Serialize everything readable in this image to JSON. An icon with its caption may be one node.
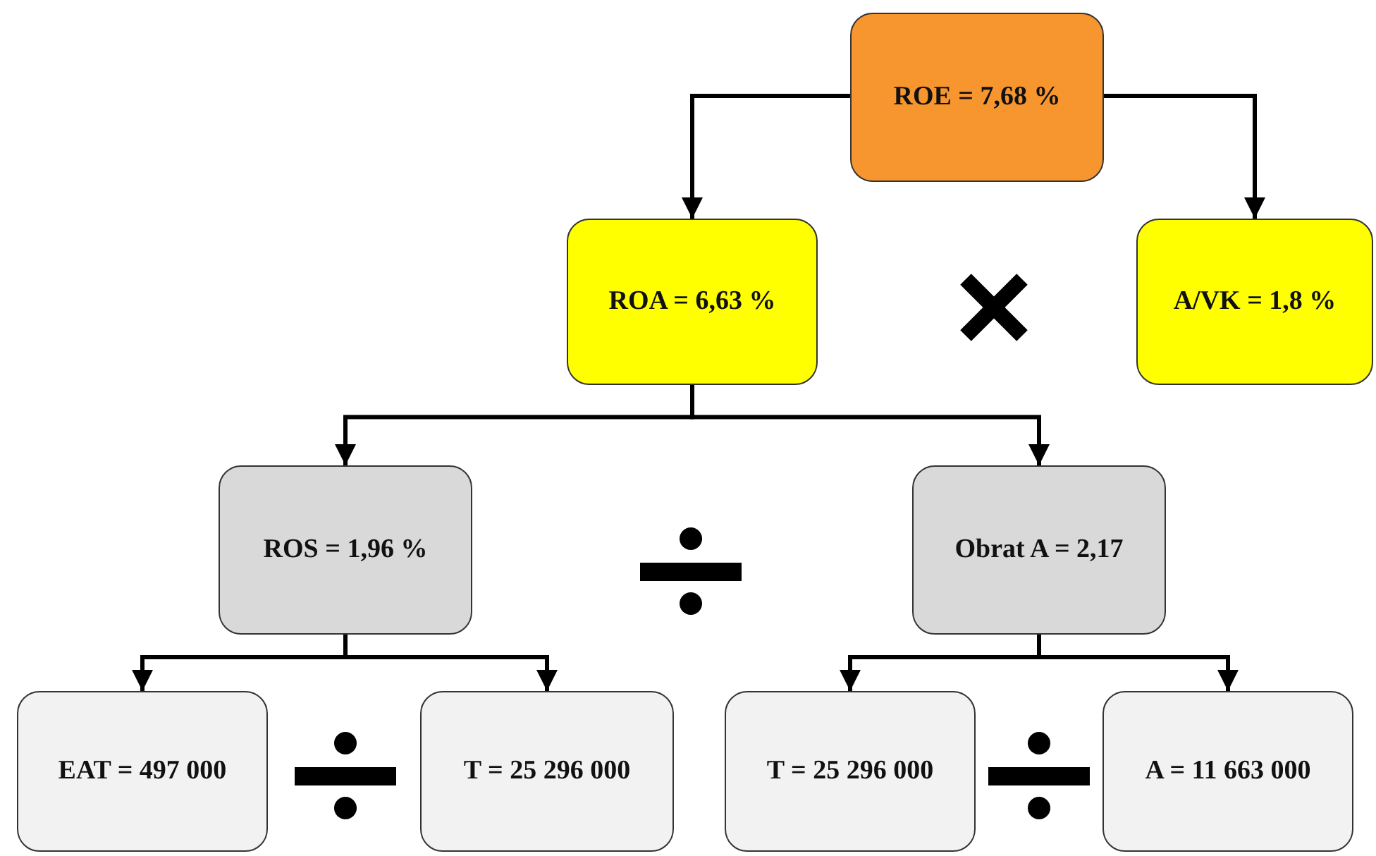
{
  "diagram": {
    "nodes": [
      {
        "text": [
          "ROE = 7,68 %"
        ]
      },
      {
        "text": [
          "ROA = 6,63 %"
        ]
      },
      {
        "text": [
          "A/VK = 1,8 %"
        ]
      },
      {
        "text": [
          "ROS = 1,96 %"
        ]
      },
      {
        "text": [
          "Obrat A = 2,17"
        ]
      },
      {
        "text": [
          "EAT = 497 000"
        ]
      },
      {
        "text": [
          "T = 25 296 000"
        ]
      },
      {
        "text": [
          "T = 25 296 000"
        ]
      },
      {
        "text": [
          "A = 11 663 000"
        ]
      }
    ],
    "edges": [
      {
        "from": 0,
        "to": 1,
        "arrow": "to"
      },
      {
        "from": 0,
        "to": 2,
        "arrow": "to"
      },
      {
        "from": 1,
        "to": 3,
        "arrow": "to"
      },
      {
        "from": 1,
        "to": 4,
        "arrow": "to"
      },
      {
        "from": 3,
        "to": 5,
        "arrow": "to"
      },
      {
        "from": 3,
        "to": 6,
        "arrow": "to"
      },
      {
        "from": 4,
        "to": 7,
        "arrow": "to"
      },
      {
        "from": 4,
        "to": 8,
        "arrow": "to"
      }
    ]
  }
}
